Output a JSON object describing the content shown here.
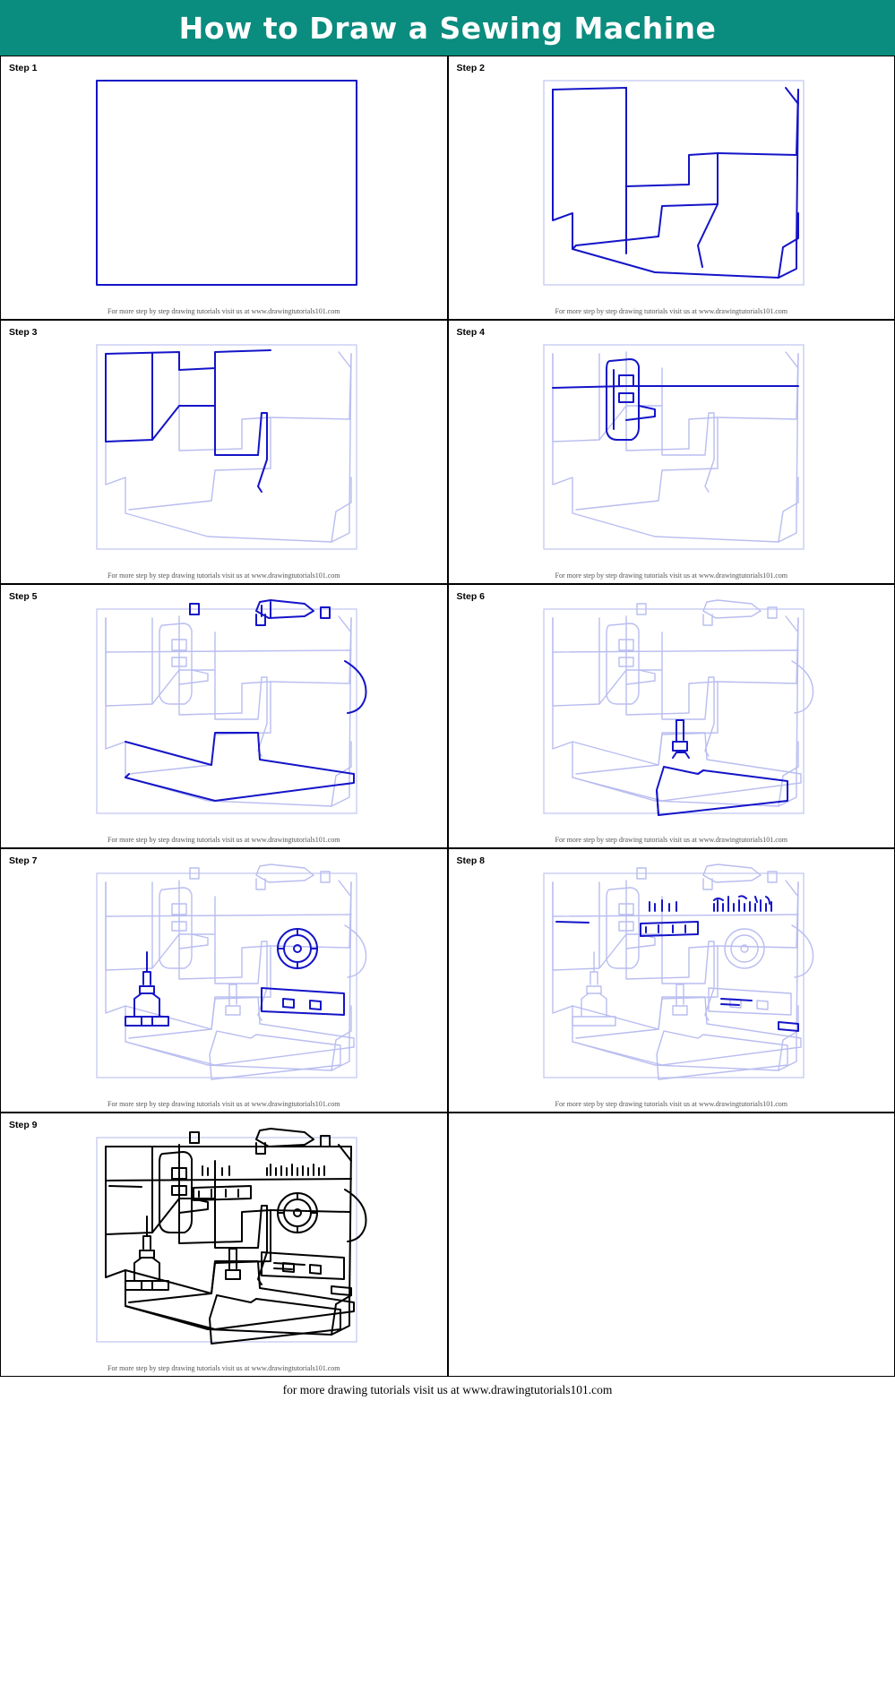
{
  "header": {
    "title": "How to Draw a Sewing Machine"
  },
  "footer": {
    "text": "for more drawing tutorials visit us at www.drawingtutorials101.com"
  },
  "credit_line": "For more step by step drawing tutorials visit us at www.drawingtutorials101.com",
  "colors": {
    "header_bg": "#0a8c7e",
    "header_text": "#ffffff",
    "active_stroke": "#1414c8",
    "ghost_stroke": "#b9bdf0",
    "mid_stroke": "#7a7fe0",
    "final_stroke": "#000000",
    "frame_stroke": "#c9ccf2",
    "cell_border": "#000000",
    "credit_text": "#555555"
  },
  "steps": [
    {
      "label": "Step 1",
      "credit": "For more step by step drawing tutorials visit us at www.drawingtutorials101.com"
    },
    {
      "label": "Step 2",
      "credit": "For more step by step drawing tutorials visit us at www.drawingtutorials101.com"
    },
    {
      "label": "Step 3",
      "credit": "For more step by step drawing tutorials visit us at www.drawingtutorials101.com"
    },
    {
      "label": "Step 4",
      "credit": "For more step by step drawing tutorials visit us at www.drawingtutorials101.com"
    },
    {
      "label": "Step 5",
      "credit": "For more step by step drawing tutorials visit us at www.drawingtutorials101.com"
    },
    {
      "label": "Step 6",
      "credit": "For more step by step drawing tutorials visit us at www.drawingtutorials101.com"
    },
    {
      "label": "Step 7",
      "credit": "For more step by step drawing tutorials visit us at www.drawingtutorials101.com"
    },
    {
      "label": "Step 8",
      "credit": "For more step by step drawing tutorials visit us at www.drawingtutorials101.com"
    },
    {
      "label": "Step 9",
      "credit": "For more step by step drawing tutorials visit us at www.drawingtutorials101.com"
    }
  ]
}
